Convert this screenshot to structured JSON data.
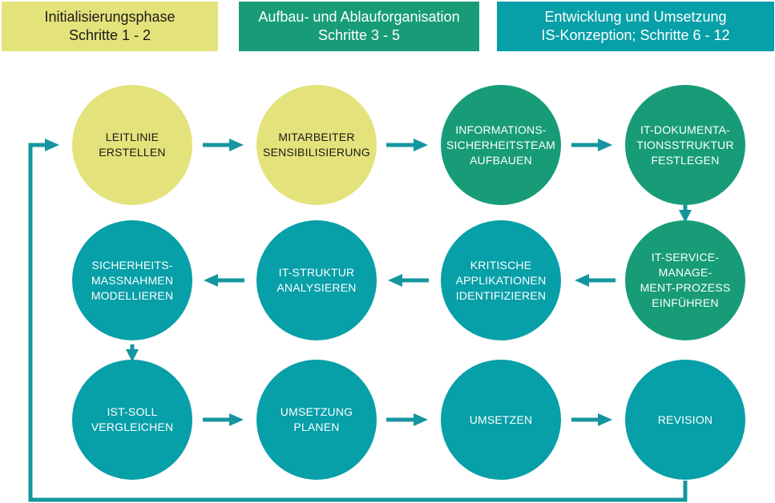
{
  "colors": {
    "yellow": "#e4e37b",
    "green": "#179c77",
    "teal": "#079fa8",
    "connector": "#15969f",
    "text_dark": "#1a1a1a",
    "text_light": "#ffffff"
  },
  "phases": [
    {
      "title": "Initialisierungsphase",
      "subtitle": "Schritte 1 - 2",
      "color_key": "yellow"
    },
    {
      "title": "Aufbau- und Ablauforganisation",
      "subtitle": "Schritte 3 - 5",
      "color_key": "green"
    },
    {
      "title": "Entwicklung und Umsetzung",
      "subtitle": "IS-Konzeption; Schritte 6 - 12",
      "color_key": "teal"
    }
  ],
  "steps": [
    {
      "lines": [
        "LEITLINIE",
        "ERSTELLEN"
      ],
      "color_key": "yellow"
    },
    {
      "lines": [
        "MITARBEITER",
        "SENSIBILISIERUNG"
      ],
      "color_key": "yellow"
    },
    {
      "lines": [
        "INFORMATIONS-",
        "SICHERHEITSTEAM",
        "AUFBAUEN"
      ],
      "color_key": "green"
    },
    {
      "lines": [
        "IT-DOKUMENTA-",
        "TIONSSTRUKTUR",
        "FESTLEGEN"
      ],
      "color_key": "green"
    },
    {
      "lines": [
        "IT-SERVICE-",
        "MANAGE-",
        "MENT-PROZESS",
        "EINFÜHREN"
      ],
      "color_key": "green"
    },
    {
      "lines": [
        "KRITISCHE",
        "APPLIKATIONEN",
        "IDENTIFIZIEREN"
      ],
      "color_key": "teal"
    },
    {
      "lines": [
        "IT-STRUKTUR",
        "ANALYSIEREN"
      ],
      "color_key": "teal"
    },
    {
      "lines": [
        "SICHERHEITS-",
        "MASSNAHMEN",
        "MODELLIEREN"
      ],
      "color_key": "teal"
    },
    {
      "lines": [
        "IST-SOLL",
        "VERGLEICHEN"
      ],
      "color_key": "teal"
    },
    {
      "lines": [
        "UMSETZUNG",
        "PLANEN"
      ],
      "color_key": "teal"
    },
    {
      "lines": [
        "UMSETZEN"
      ],
      "color_key": "teal"
    },
    {
      "lines": [
        "REVISION"
      ],
      "color_key": "teal"
    }
  ]
}
